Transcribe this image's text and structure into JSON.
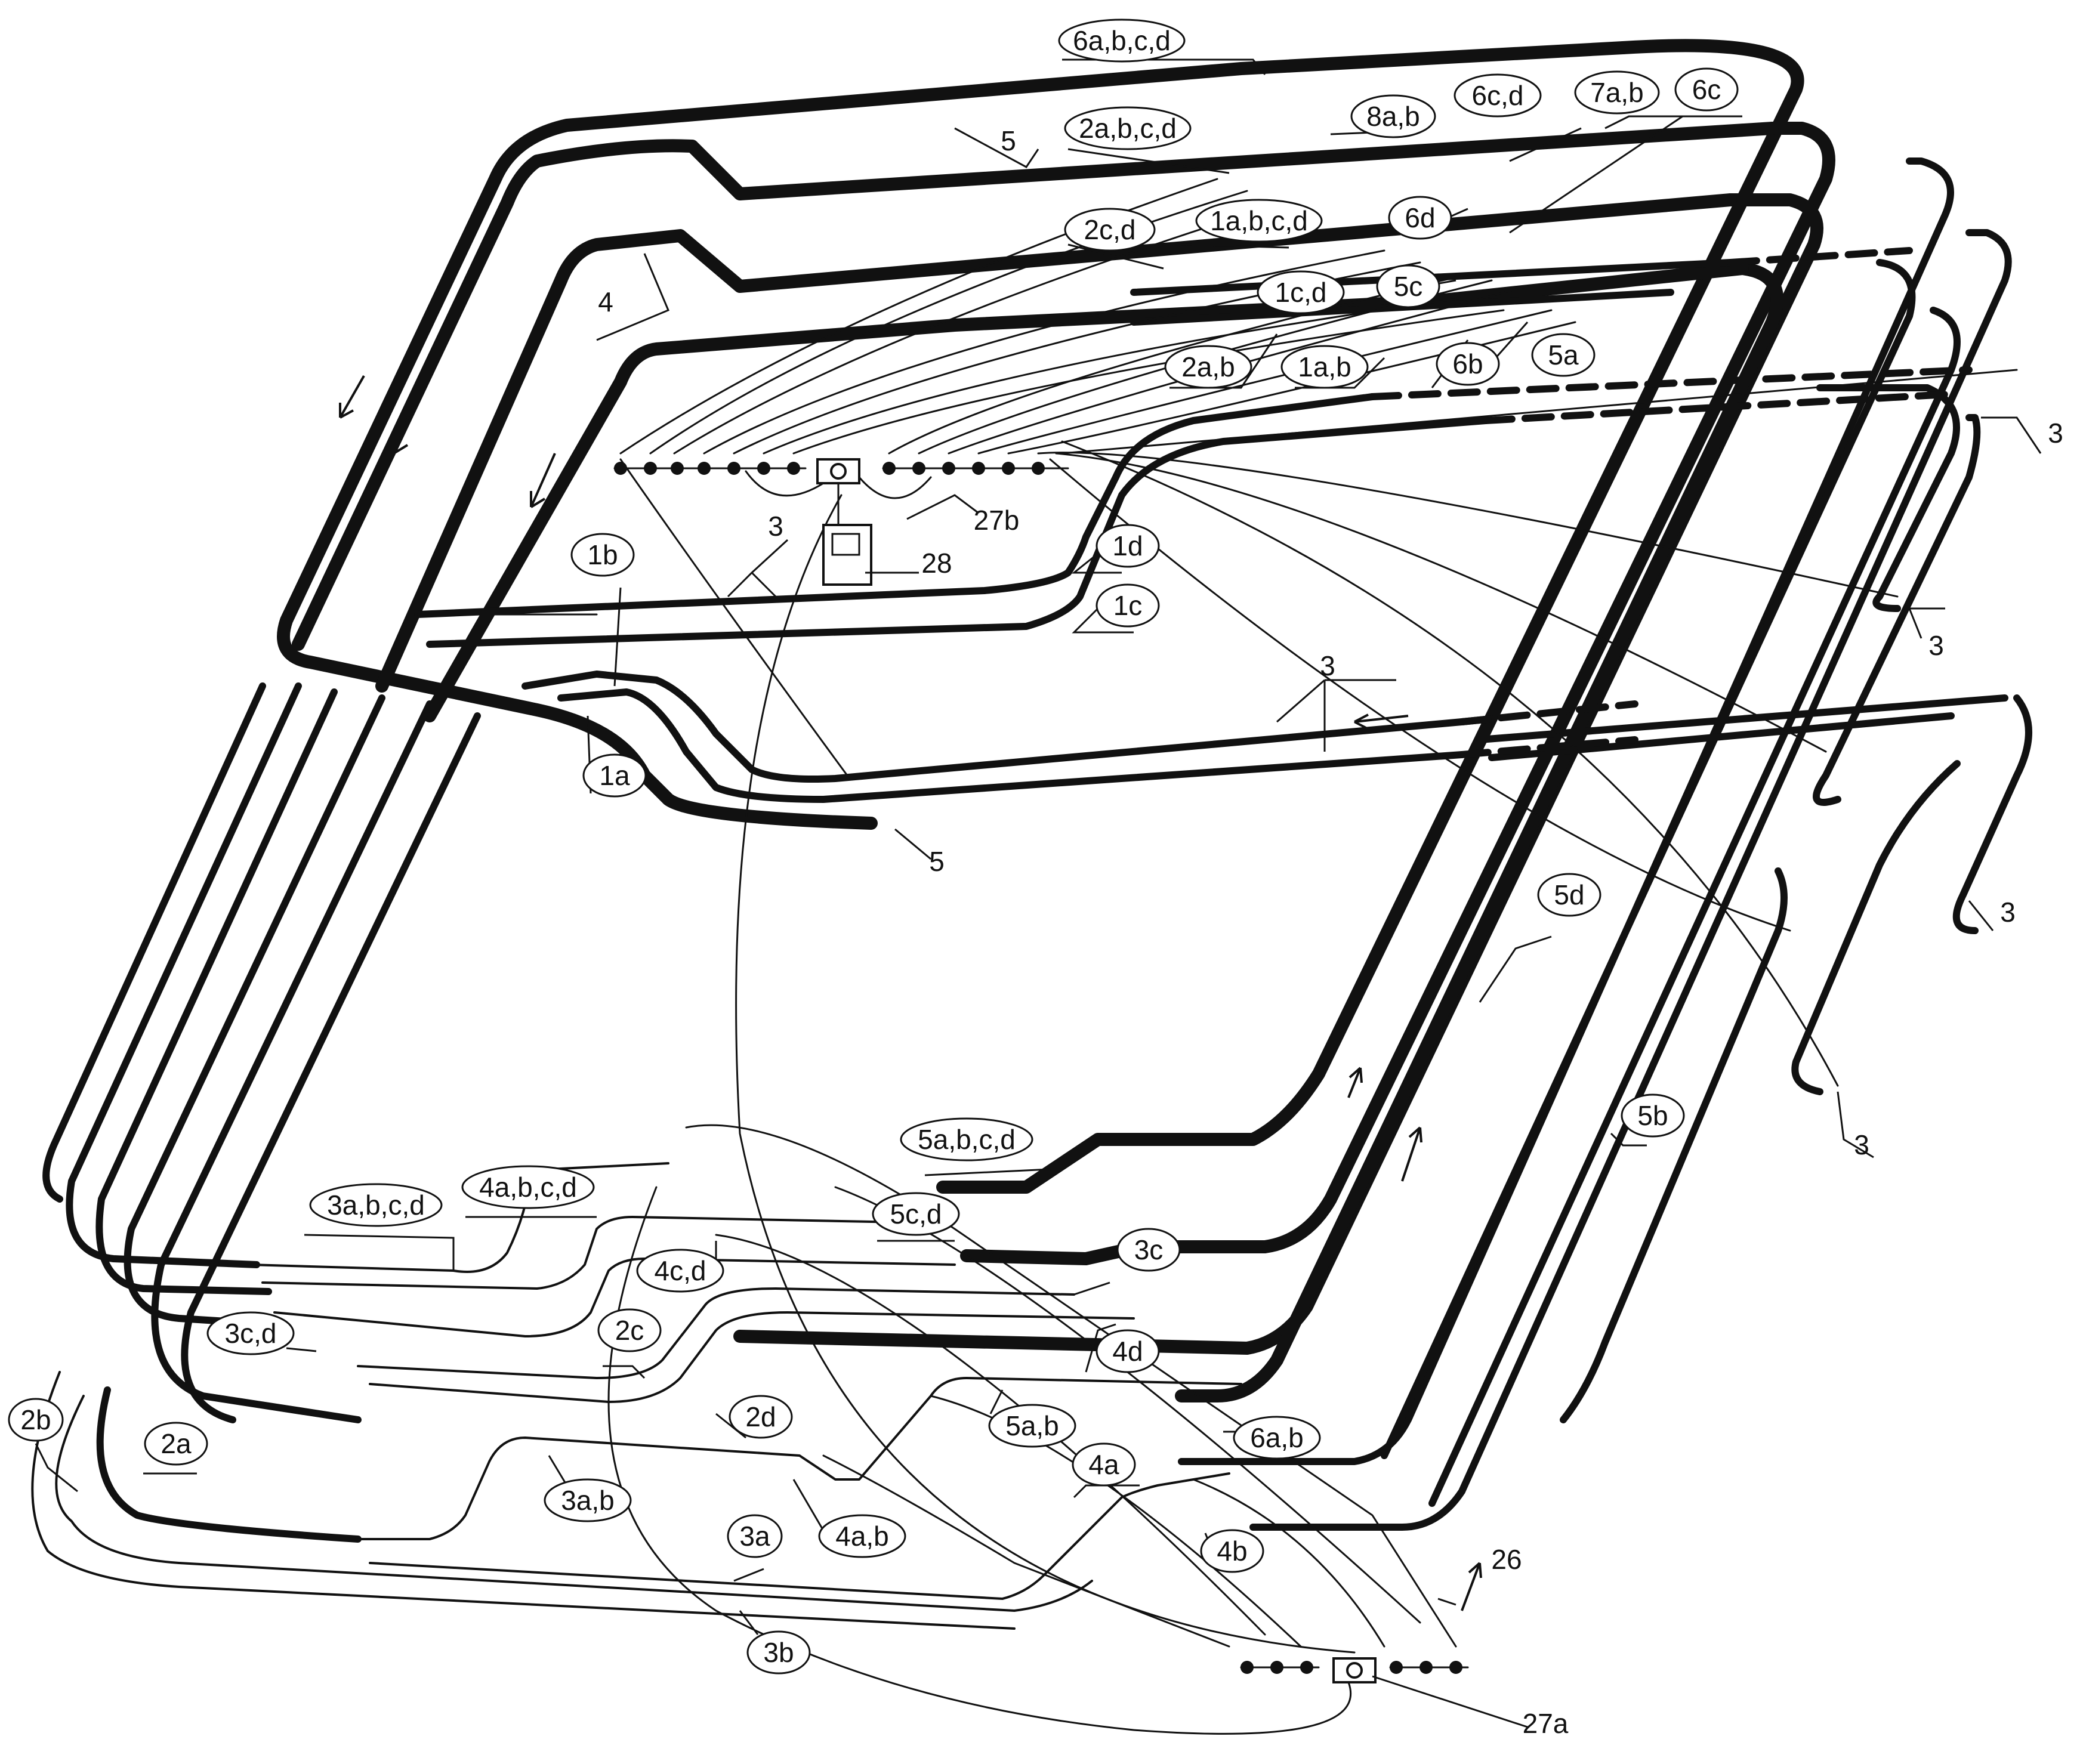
{
  "labels": {
    "l_6abcd": "6a,b,c,d",
    "l_5_top": "5",
    "l_2abcd_top": "2a,b,c,d",
    "l_8ab": "8a,b",
    "l_6cd": "6c,d",
    "l_7ab": "7a,b",
    "l_6c": "6c",
    "l_2cd_top": "2c,d",
    "l_1abcd": "1a,b,c,d",
    "l_6d": "6d",
    "l_4_top": "4",
    "l_1cd": "1c,d",
    "l_5c_top": "5c",
    "l_2ab_top": "2a,b",
    "l_1ab": "1a,b",
    "l_6b": "6b",
    "l_5a": "5a",
    "l_3_r1": "3",
    "l_27b": "27b",
    "l_3_mid": "3",
    "l_28": "28",
    "l_1b": "1b",
    "l_1d": "1d",
    "l_1c": "1c",
    "l_3_r2": "3",
    "l_3_arrow": "3",
    "l_1a": "1a",
    "l_5_mid": "5",
    "l_3_r3": "3",
    "l_5d": "5d",
    "l_5b": "5b",
    "l_3_r4": "3",
    "l_5abcd": "5a,b,c,d",
    "l_3abcd": "3a,b,c,d",
    "l_4abcd": "4a,b,c,d",
    "l_5cd": "5c,d",
    "l_3c": "3c",
    "l_4cd": "4c,d",
    "l_3cd": "3c,d",
    "l_2c": "2c",
    "l_4d": "4d",
    "l_2d": "2d",
    "l_5ab": "5a,b",
    "l_6ab": "6a,b",
    "l_2b": "2b",
    "l_2a": "2a",
    "l_3ab": "3a,b",
    "l_4a": "4a",
    "l_4ab": "4a,b",
    "l_4b": "4b",
    "l_3a": "3a",
    "l_26": "26",
    "l_3b": "3b",
    "l_27a": "27a"
  }
}
